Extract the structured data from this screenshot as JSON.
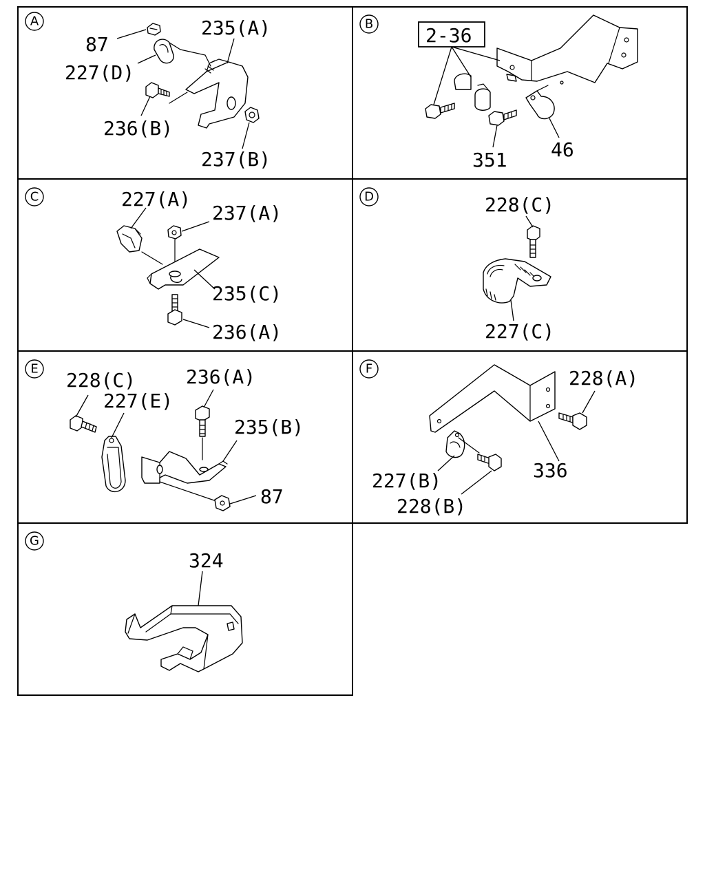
{
  "panels": {
    "a": {
      "badge": "A",
      "labels": [
        "87",
        "227(D)",
        "235(A)",
        "236(B)",
        "237(B)"
      ]
    },
    "b": {
      "badge": "B",
      "ref": "2-36",
      "labels": [
        "351",
        "46"
      ]
    },
    "c": {
      "badge": "C",
      "labels": [
        "227(A)",
        "237(A)",
        "235(C)",
        "236(A)"
      ]
    },
    "d": {
      "badge": "D",
      "labels": [
        "228(C)",
        "227(C)"
      ]
    },
    "e": {
      "badge": "E",
      "labels": [
        "228(C)",
        "227(E)",
        "236(A)",
        "235(B)",
        "87"
      ]
    },
    "f": {
      "badge": "F",
      "labels": [
        "228(A)",
        "336",
        "227(B)",
        "228(B)"
      ]
    },
    "g": {
      "badge": "G",
      "labels": [
        "324"
      ]
    }
  }
}
